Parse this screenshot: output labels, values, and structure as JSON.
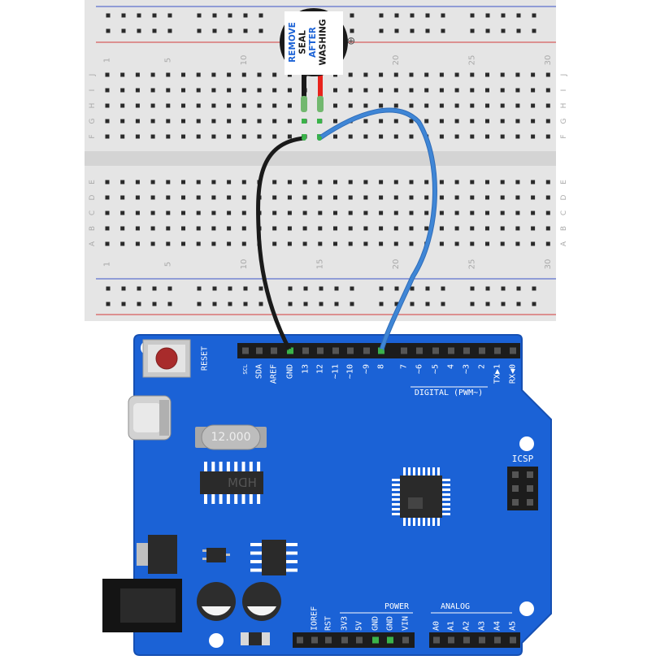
{
  "breadboard": {
    "col_numbers": [
      "1",
      "5",
      "10",
      "15",
      "20",
      "25",
      "30"
    ],
    "top_row_letters": [
      "J",
      "I",
      "H",
      "G",
      "F"
    ],
    "bottom_row_letters": [
      "E",
      "D",
      "C",
      "B",
      "A"
    ]
  },
  "buzzer": {
    "sticker_lines": [
      "REMOVE",
      "SEAL",
      "AFTER",
      "WASHING"
    ],
    "polarity": "⊕"
  },
  "board": {
    "reset_label": "RESET",
    "crystal_label": "12.000",
    "chip_marking": "HDM",
    "icsp_label": "ICSP",
    "digital_label": "DIGITAL (PWM~)",
    "power_label": "POWER",
    "analog_label": "ANALOG",
    "digital_pins": [
      "SCL",
      "SDA",
      "AREF",
      "GND",
      "13",
      "12",
      "~11",
      "~10",
      "~9",
      "8",
      "7",
      "~6",
      "~5",
      "4",
      "~3",
      "2",
      "TX▶1",
      "RX◀0"
    ],
    "power_pins": [
      "IOREF",
      "RST",
      "3V3",
      "5V",
      "GND",
      "GND",
      "VIN"
    ],
    "analog_pins": [
      "A0",
      "A1",
      "A2",
      "A3",
      "A4",
      "A5"
    ]
  },
  "colors": {
    "board_blue": "#1b62d6",
    "board_outline": "#1650b3",
    "breadboard": "#e5e5e5",
    "rail_red": "#d43c3c",
    "rail_blue": "#3a52c8",
    "wire_black": "#1a1a1a",
    "wire_blue": "#3f86d6",
    "lead_red": "#e8231c",
    "connection_green": "#3bb34a",
    "reset_button": "#a82b2b"
  }
}
